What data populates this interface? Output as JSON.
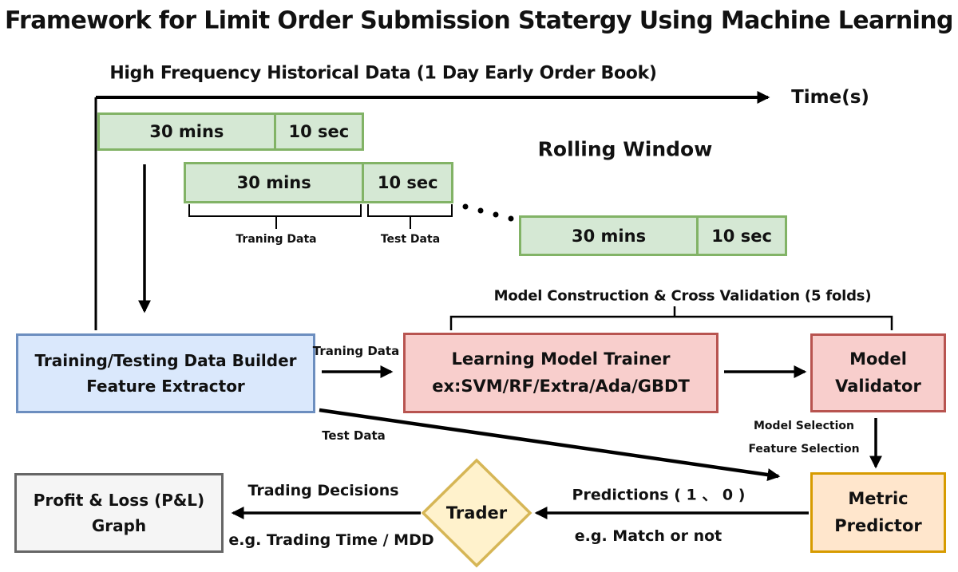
{
  "title": "Framework for Limit Order Submission Statergy Using Machine Learning",
  "palette": {
    "green_fill": "#d5e8d4",
    "green_border": "#82b366",
    "blue_fill": "#dae8fc",
    "blue_border": "#6c8ebf",
    "red_fill": "#f8cecc",
    "red_border": "#b85450",
    "orange_fill": "#ffe6cc",
    "orange_border": "#d79b00",
    "yellow_fill": "#fff2cc",
    "yellow_border": "#d6b656",
    "gray_fill": "#f5f5f5",
    "gray_border": "#666666",
    "line_color": "#000000"
  },
  "timeline": {
    "label": "High Frequency Historical Data (1 Day Early Order Book)",
    "axis_label": "Time(s)",
    "rolling_window_label": "Rolling Window",
    "windows": [
      {
        "train": "30 mins",
        "test": "10 sec"
      },
      {
        "train": "30 mins",
        "test": "10 sec"
      },
      {
        "train": "30 mins",
        "test": "10 sec"
      }
    ],
    "train_brace_label": "Traning Data",
    "test_brace_label": "Test Data"
  },
  "pipeline": {
    "cross_validation_label": "Model Construction & Cross Validation (5 folds)",
    "data_builder": {
      "line1": "Training/Testing Data Builder",
      "line2": "Feature Extractor"
    },
    "trainer": {
      "line1": "Learning Model Trainer",
      "line2": "ex:SVM/RF/Extra/Ada/GBDT"
    },
    "validator": {
      "line1": "Model",
      "line2": "Validator"
    },
    "metric_predictor": {
      "line1": "Metric",
      "line2": "Predictor"
    },
    "trader_label": "Trader",
    "pnl": {
      "line1": "Profit & Loss (P&L)",
      "line2": "Graph"
    },
    "edges": {
      "training_data": "Traning Data",
      "test_data": "Test Data",
      "model_selection": "Model Selection",
      "feature_selection": "Feature Selection",
      "predictions": "Predictions ( 1 、 0 )",
      "predictions_note": "e.g. Match or not",
      "trading_decisions": "Trading Decisions",
      "trading_note": "e.g. Trading Time / MDD"
    }
  }
}
